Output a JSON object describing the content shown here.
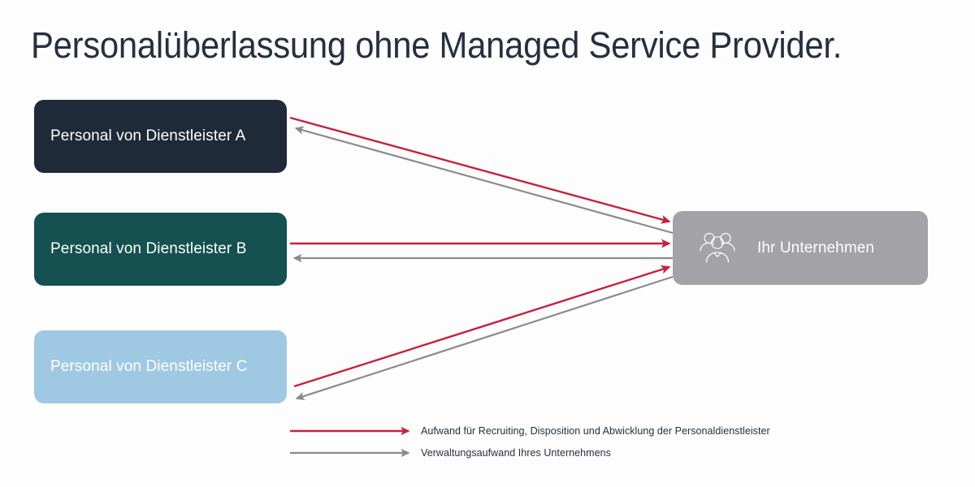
{
  "page": {
    "title": "Personalüberlassung ohne Managed Service Provider.",
    "background_color": "#fdfdfd",
    "title_color": "#25303f"
  },
  "nodes": [
    {
      "id": "provider-a",
      "label": "Personal von Dienstleister A",
      "color": "#1f2a38",
      "text_color": "#ffffff"
    },
    {
      "id": "provider-b",
      "label": "Personal von Dienstleister B",
      "color": "#155150",
      "text_color": "#ffffff"
    },
    {
      "id": "provider-c",
      "label": "Personal von Dienstleister C",
      "color": "#9fc8e3",
      "text_color": "#ffffff"
    },
    {
      "id": "company",
      "label": "Ihr Unternehmen",
      "color": "#a2a2a7",
      "text_color": "#ffffff",
      "icon": "group-of-people-icon"
    }
  ],
  "colors": {
    "red_arrow": "#c4223f",
    "gray_arrow": "#8b8b8e"
  },
  "legend": [
    {
      "id": "legend-recruiting",
      "label": "Aufwand für Recruiting, Disposition und Abwicklung der Personaldienstleister",
      "color": "#c4223f"
    },
    {
      "id": "legend-administration",
      "label": "Verwaltungsaufwand Ihres Unternehmens",
      "color": "#8b8b8e"
    }
  ],
  "chart_data": {
    "type": "diagram",
    "title": "Personalüberlassung ohne Managed Service Provider.",
    "description": "Three staffing providers each connect directly to the company with a red effort arrow and a gray administration arrow.",
    "edges": [
      {
        "from": "provider-a",
        "to": "company",
        "color": "#c4223f",
        "direction": "to-company",
        "legend": "Aufwand für Recruiting, Disposition und Abwicklung der Personaldienstleister"
      },
      {
        "from": "company",
        "to": "provider-a",
        "color": "#8b8b8e",
        "direction": "to-provider",
        "legend": "Verwaltungsaufwand Ihres Unternehmens"
      },
      {
        "from": "provider-b",
        "to": "company",
        "color": "#c4223f",
        "direction": "to-company",
        "legend": "Aufwand für Recruiting, Disposition und Abwicklung der Personaldienstleister"
      },
      {
        "from": "company",
        "to": "provider-b",
        "color": "#8b8b8e",
        "direction": "to-provider",
        "legend": "Verwaltungsaufwand Ihres Unternehmens"
      },
      {
        "from": "provider-c",
        "to": "company",
        "color": "#c4223f",
        "direction": "to-company",
        "legend": "Aufwand für Recruiting, Disposition und Abwicklung der Personaldienstleister"
      },
      {
        "from": "company",
        "to": "provider-c",
        "color": "#8b8b8e",
        "direction": "to-provider",
        "legend": "Verwaltungsaufwand Ihres Unternehmens"
      }
    ]
  }
}
